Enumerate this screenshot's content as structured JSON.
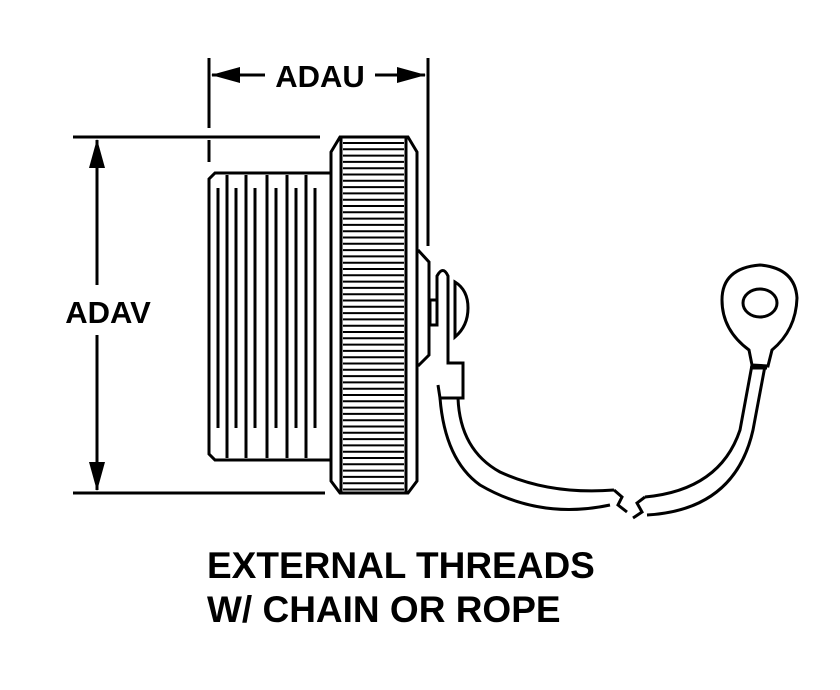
{
  "dimensions": {
    "width_label": "ADAU",
    "height_label": "ADAV"
  },
  "caption": {
    "line1": "EXTERNAL THREADS",
    "line2": "W/ CHAIN OR ROPE"
  }
}
